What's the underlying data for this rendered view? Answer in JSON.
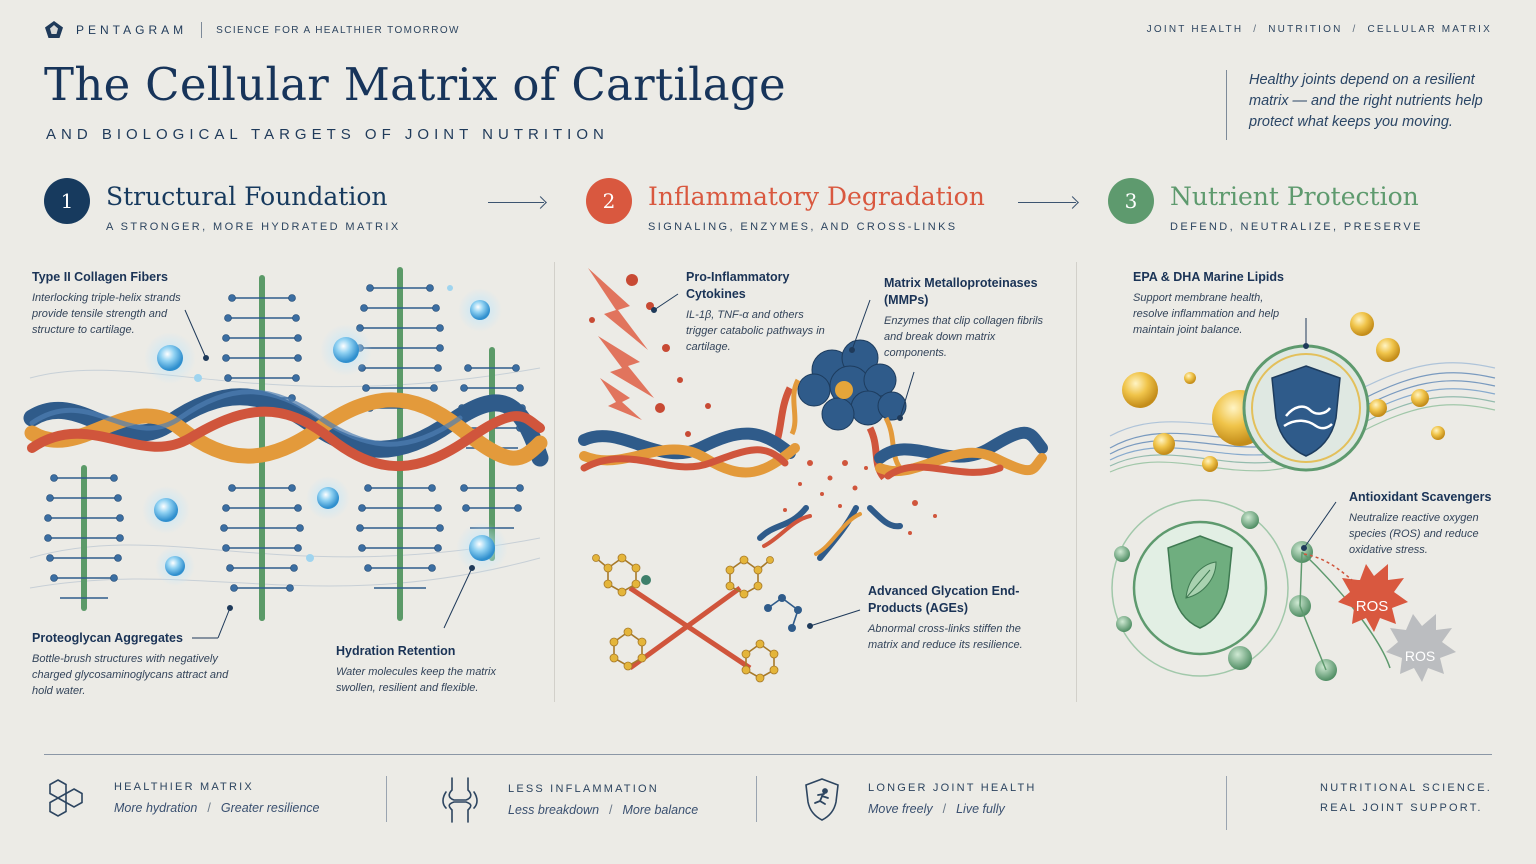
{
  "header": {
    "brand": "PENTAGRAM",
    "tagline": "SCIENCE FOR A HEALTHIER TOMORROW",
    "breadcrumbs": [
      "JOINT HEALTH",
      "NUTRITION",
      "CELLULAR MATRIX"
    ],
    "title": "The Cellular Matrix of Cartilage",
    "subtitle": "AND BIOLOGICAL TARGETS OF JOINT NUTRITION",
    "quote": "Healthy joints depend on a resilient matrix — and the right nutrients help protect what keeps you moving."
  },
  "sections": [
    {
      "number": "1",
      "title": "Structural Foundation",
      "subtitle": "A STRONGER, MORE HYDRATED MATRIX",
      "color": "#173a5e",
      "annotations": [
        {
          "title": "Type II Collagen Fibers",
          "body": "Interlocking triple-helix strands provide tensile strength and structure to cartilage."
        },
        {
          "title": "Proteoglycan Aggregates",
          "body": "Bottle-brush structures with negatively charged glycosaminoglycans attract and hold water."
        },
        {
          "title": "Hydration Retention",
          "body": "Water molecules keep the matrix swollen, resilient and flexible."
        }
      ]
    },
    {
      "number": "2",
      "title": "Inflammatory Degradation",
      "subtitle": "SIGNALING, ENZYMES, AND CROSS-LINKS",
      "color": "#d9583f",
      "annotations": [
        {
          "title": "Pro-Inflammatory Cytokines",
          "body": "IL-1β, TNF-α and others trigger catabolic pathways in cartilage."
        },
        {
          "title": "Matrix Metalloproteinases (MMPs)",
          "body": "Enzymes that clip collagen fibrils and break down matrix components."
        },
        {
          "title": "Advanced Glycation End-Products (AGEs)",
          "body": "Abnormal cross-links stiffen the matrix and reduce its resilience."
        }
      ]
    },
    {
      "number": "3",
      "title": "Nutrient Protection",
      "subtitle": "DEFEND, NEUTRALIZE, PRESERVE",
      "color": "#5e9a6e",
      "annotations": [
        {
          "title": "EPA & DHA Marine Lipids",
          "body": "Support membrane health, resolve inflammation and help maintain joint balance."
        },
        {
          "title": "Antioxidant Scavengers",
          "body": "Neutralize reactive oxygen species (ROS) and reduce oxidative stress."
        }
      ],
      "ros_labels": [
        "ROS",
        "ROS"
      ]
    }
  ],
  "footer": {
    "features": [
      {
        "icon": "hexagon-molecule-icon",
        "label": "HEALTHIER MATRIX",
        "items": [
          "More hydration",
          "Greater resilience"
        ]
      },
      {
        "icon": "joint-icon",
        "label": "LESS INFLAMMATION",
        "items": [
          "Less breakdown",
          "More balance"
        ]
      },
      {
        "icon": "shield-runner-icon",
        "label": "LONGER JOINT HEALTH",
        "items": [
          "Move freely",
          "Live fully"
        ]
      }
    ],
    "closing": [
      "NUTRITIONAL SCIENCE.",
      "REAL JOINT SUPPORT."
    ]
  },
  "colors": {
    "background": "#ecebe6",
    "navy": "#173a5e",
    "coral": "#d9583f",
    "green": "#5e9a6e",
    "gold": "#e4b53a"
  }
}
